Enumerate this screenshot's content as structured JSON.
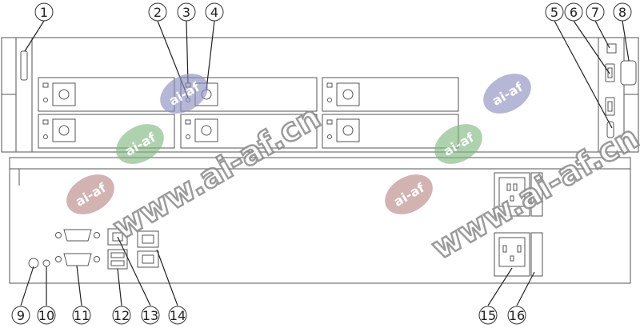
{
  "callouts": [
    {
      "id": "callout-1",
      "label": "1"
    },
    {
      "id": "callout-2",
      "label": "2"
    },
    {
      "id": "callout-3",
      "label": "3"
    },
    {
      "id": "callout-4",
      "label": "4"
    },
    {
      "id": "callout-5",
      "label": "5"
    },
    {
      "id": "callout-6",
      "label": "6"
    },
    {
      "id": "callout-7",
      "label": "7"
    },
    {
      "id": "callout-8",
      "label": "8"
    },
    {
      "id": "callout-9",
      "label": "9"
    },
    {
      "id": "callout-10",
      "label": "10"
    },
    {
      "id": "callout-11",
      "label": "11"
    },
    {
      "id": "callout-12",
      "label": "12"
    },
    {
      "id": "callout-13",
      "label": "13"
    },
    {
      "id": "callout-14",
      "label": "14"
    },
    {
      "id": "callout-15",
      "label": "15"
    },
    {
      "id": "callout-16",
      "label": "16"
    }
  ],
  "watermark": {
    "badge_text": "ai-af",
    "site_text": "www.ai-af.cn"
  },
  "colors": {
    "outline": "#555555",
    "panel_fill": "#ffffff",
    "badge_purple": "#8b8dbf",
    "badge_green": "#7fb87f",
    "badge_red": "#b98585",
    "watermark_gray": "#8a8a8a"
  }
}
